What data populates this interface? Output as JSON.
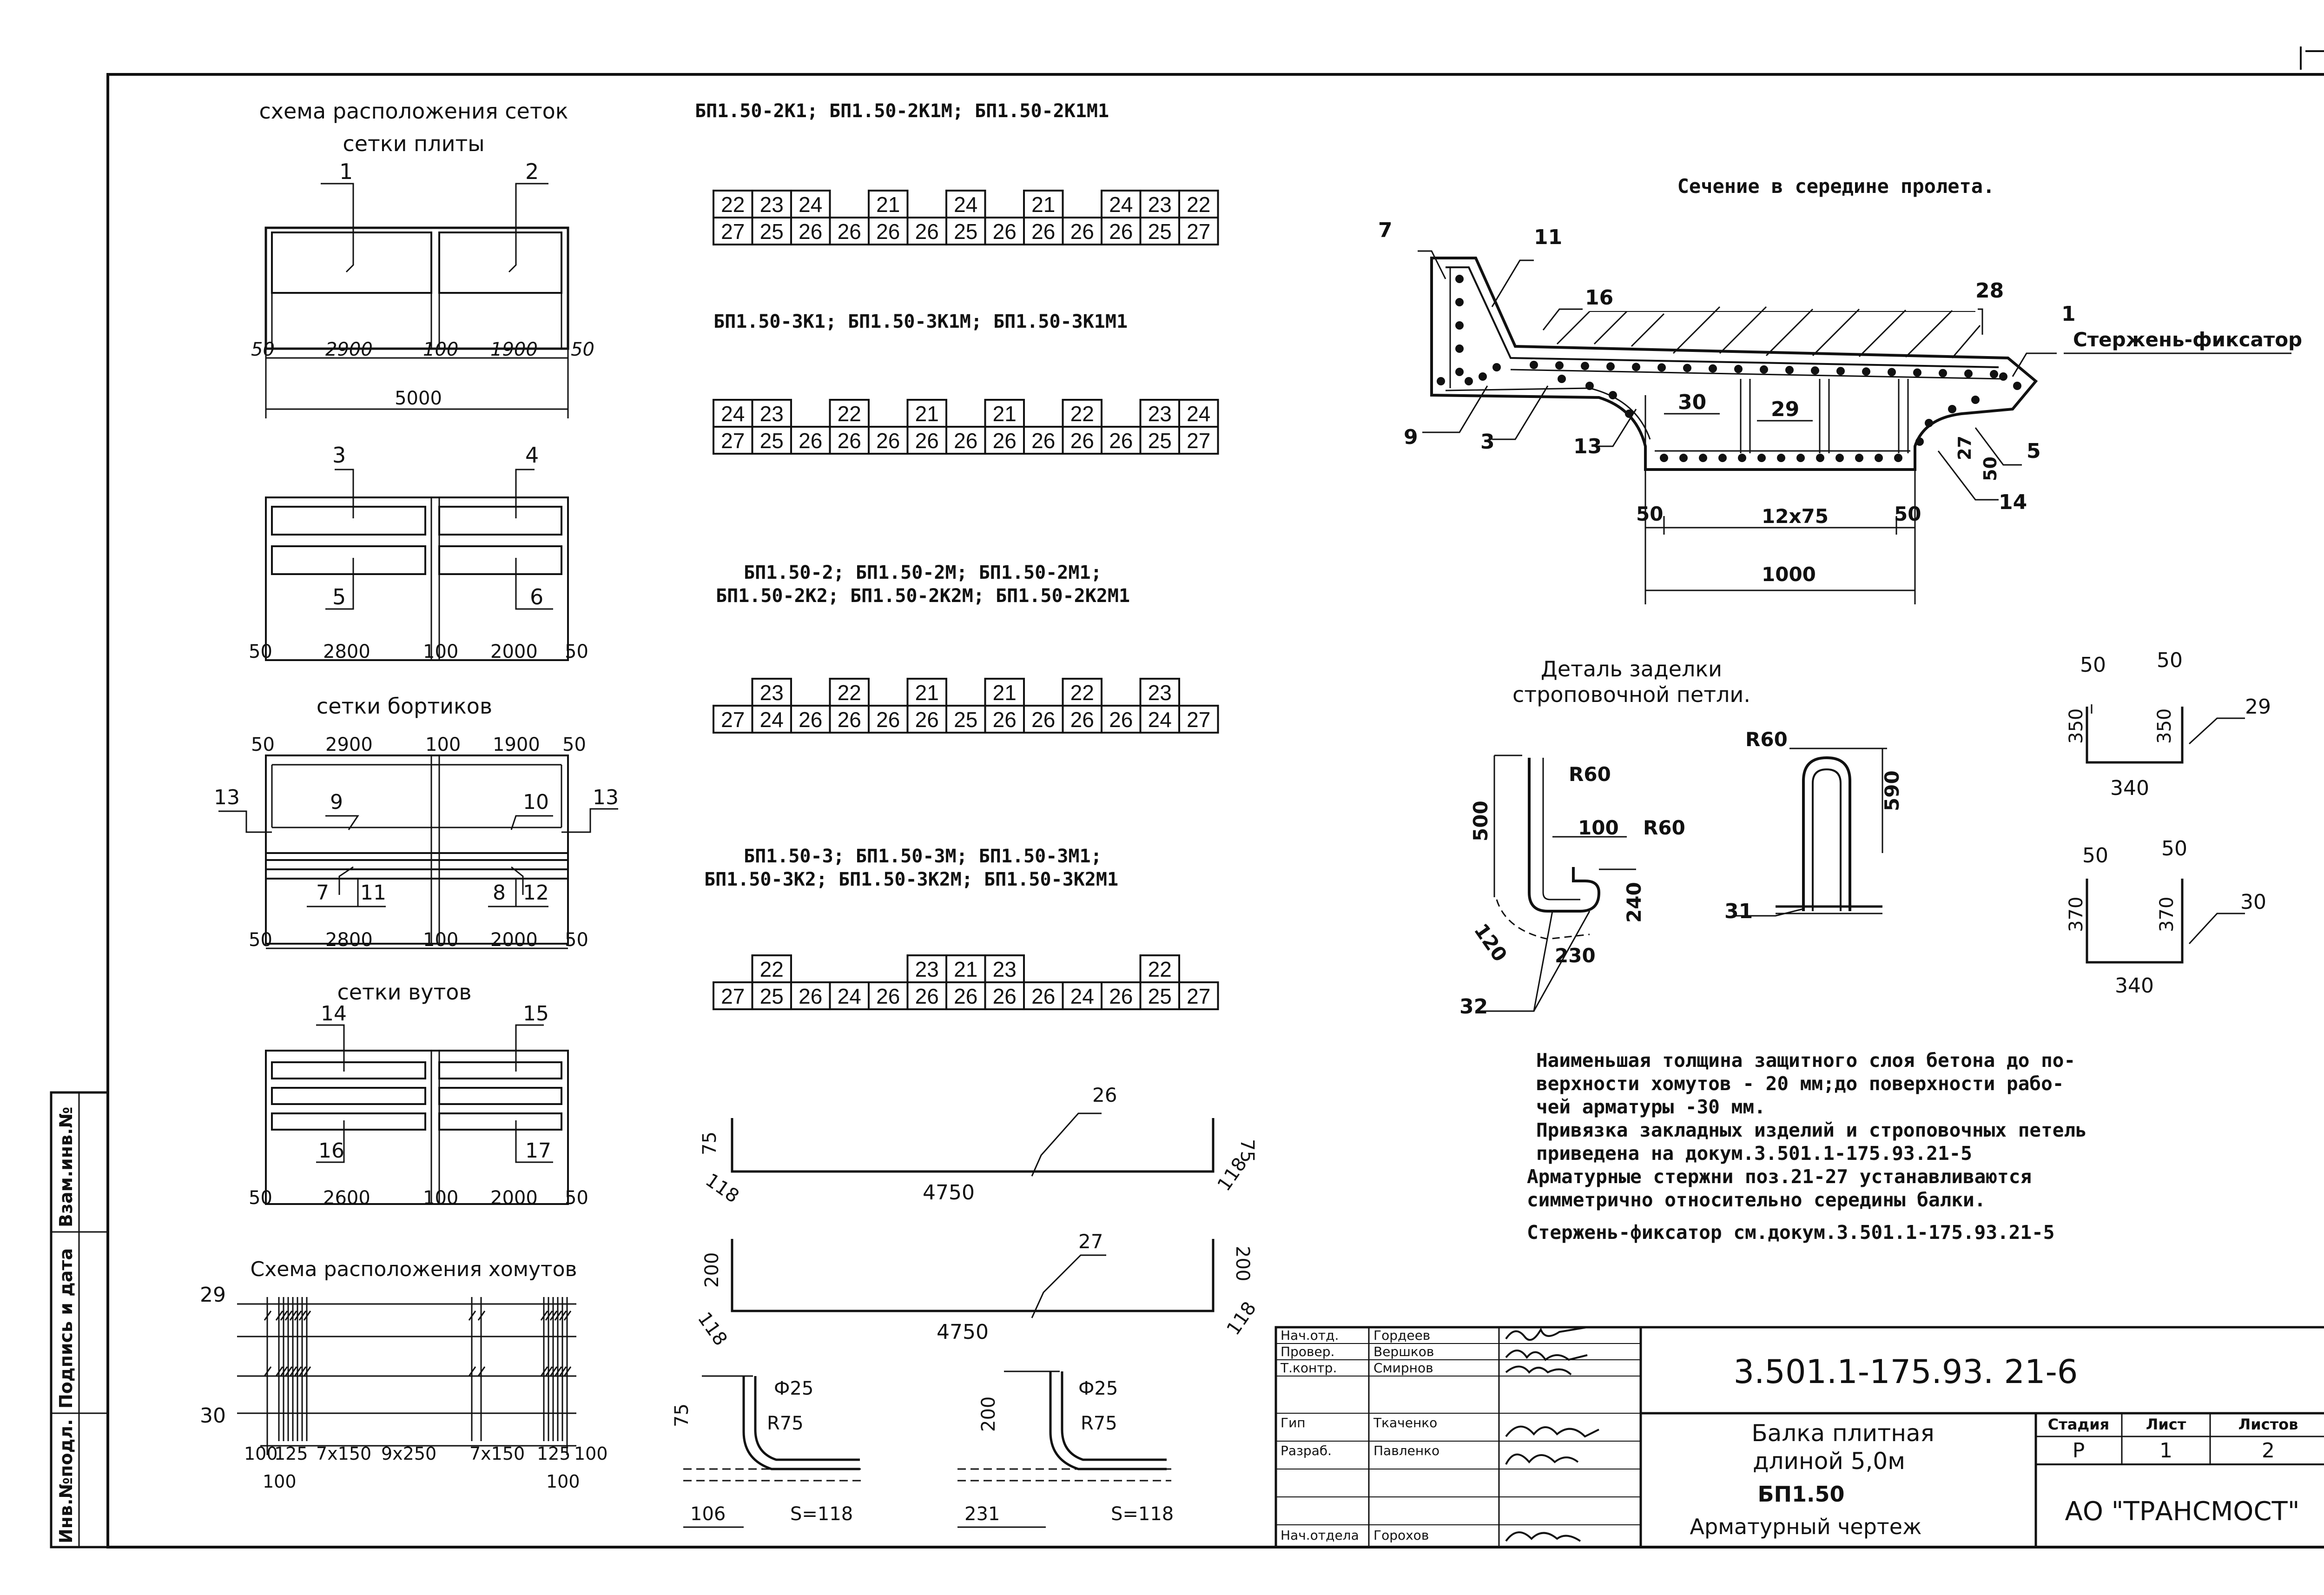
{
  "grid_headers": [
    "БП1.50-2К1; БП1.50-2К1М; БП1.50-2К1М1",
    "БП1.50-3К1; БП1.50-3К1М; БП1.50-3К1М1",
    "БП1.50-2; БП1.50-2М; БП1.50-2М1;",
    "БП1.50-2К2; БП1.50-2К2М; БП1.50-2К2М1",
    "БП1.50-3; БП1.50-3М; БП1.50-3М1;",
    "БП1.50-3К2; БП1.50-3К2М; БП1.50-3К2М1"
  ],
  "grids": [
    {
      "top": [
        "22",
        "23",
        "24",
        "",
        "21",
        "",
        "24",
        "",
        "21",
        "",
        "24",
        "23",
        "22"
      ],
      "bottom": [
        "27",
        "25",
        "26",
        "26",
        "26",
        "26",
        "25",
        "26",
        "26",
        "26",
        "26",
        "25",
        "27"
      ]
    },
    {
      "top": [
        "24",
        "23",
        "",
        "22",
        "",
        "21",
        "",
        "21",
        "",
        "22",
        "",
        "23",
        "24"
      ],
      "bottom": [
        "27",
        "25",
        "26",
        "26",
        "26",
        "26",
        "26",
        "26",
        "26",
        "26",
        "26",
        "25",
        "27"
      ]
    },
    {
      "top": [
        "",
        "23",
        "",
        "22",
        "",
        "21",
        "",
        "21",
        "",
        "22",
        "",
        "23",
        ""
      ],
      "bottom": [
        "27",
        "24",
        "26",
        "26",
        "26",
        "26",
        "25",
        "26",
        "26",
        "26",
        "26",
        "24",
        "27"
      ]
    },
    {
      "top": [
        "",
        "22",
        "",
        "",
        "",
        "23",
        "21",
        "23",
        "",
        "",
        "",
        "22",
        ""
      ],
      "bottom": [
        "27",
        "25",
        "26",
        "24",
        "26",
        "26",
        "26",
        "26",
        "26",
        "24",
        "26",
        "25",
        "27"
      ]
    }
  ],
  "left": {
    "title1": "схема расположения сеток",
    "title2": "сетки плиты",
    "title3": "сетки бортиков",
    "title4": "сетки вутов",
    "title5": "Схема расположения хомутов",
    "d1": {
      "a": "50",
      "b": "2900",
      "c": "100",
      "d": "1900",
      "e": "50",
      "total": "5000",
      "n1": "1",
      "n2": "2"
    },
    "d2": {
      "a": "50",
      "b": "2800",
      "c": "100",
      "d": "2000",
      "e": "50",
      "n3": "3",
      "n4": "4",
      "n5": "5",
      "n6": "6"
    },
    "d3": {
      "a": "50",
      "b": "2900",
      "c": "100",
      "d": "1900",
      "e": "50",
      "f": "50",
      "g": "2800",
      "h": "100",
      "i": "2000",
      "j": "50",
      "n13a": "13",
      "n13b": "13",
      "n9": "9",
      "n10": "10",
      "n7": "7",
      "n11": "11",
      "n8": "8",
      "n12": "12"
    },
    "d4": {
      "a": "50",
      "b": "2600",
      "c": "100",
      "d": "2000",
      "e": "50",
      "n14": "14",
      "n15": "15",
      "n16": "16",
      "n17": "17"
    },
    "d5": {
      "n29": "29",
      "n30": "30",
      "s1": "100",
      "s2": "125",
      "s3": "7x150",
      "s4": "9x250",
      "s5": "7x150",
      "s6": "125",
      "s7": "100",
      "b1": "100",
      "b2": "100"
    }
  },
  "bars": {
    "b26": {
      "num": "26",
      "len": "4750",
      "h1": "75",
      "h2": "75",
      "s1": "118",
      "s2": "118"
    },
    "b27": {
      "num": "27",
      "len": "4750",
      "h1": "200",
      "h2": "200",
      "s1": "118",
      "s2": "118"
    },
    "d1": {
      "h": "75",
      "dia": "Ф25",
      "r": "R75",
      "l": "106",
      "s": "S=118"
    },
    "d2": {
      "h": "200",
      "dia": "Ф25",
      "r": "R75",
      "l": "231",
      "s": "S=118"
    }
  },
  "section": {
    "title": "Сечение в середине пролета.",
    "fixator": "Стержень-фиксатор",
    "dim_a": "50",
    "dim_b": "12x75",
    "dim_c": "50",
    "dim_total": "1000",
    "d27": "27",
    "d50": "50",
    "n": {
      "n7": "7",
      "n11": "11",
      "n16": "16",
      "n28": "28",
      "n1": "1",
      "n9": "9",
      "n3": "3",
      "n13": "13",
      "n30": "30",
      "n29": "29",
      "n5": "5",
      "n14": "14"
    }
  },
  "detail": {
    "title1": "Деталь заделки",
    "title2": "строповочной петли.",
    "r60a": "R60",
    "d100": "100",
    "r60b": "R60",
    "d500": "500",
    "d240": "240",
    "d120": "120",
    "d230": "230",
    "n32": "32",
    "r60c": "R60",
    "d590": "590",
    "n31": "31"
  },
  "clamps": {
    "c29": {
      "a": "50",
      "b": "50",
      "h1": "350",
      "h2": "350",
      "w": "340",
      "num": "29"
    },
    "c30": {
      "a": "50",
      "b": "50",
      "h1": "370",
      "h2": "370",
      "w": "340",
      "num": "30"
    }
  },
  "notes": [
    "Наименьшая толщина защитного слоя бетона до по-",
    "верхности хомутов - 20 мм;до поверхности рабо-",
    "чей арматуры -30 мм.",
    "Привязка закладных изделий и строповочных петель",
    "приведена на докум.3.501.1-175.93.21-5",
    "Арматурные стержни поз.21-27 устанавливаются",
    "симметрично относительно середины балки.",
    "Стержень-фиксатор см.докум.3.501.1-175.93.21-5"
  ],
  "stamp": {
    "roles": [
      "Нач.отд.",
      "Провер.",
      "Т.контр.",
      "Гип",
      "Разраб.",
      "",
      "Нач.отдела"
    ],
    "names": [
      "Гордеев",
      "Вершков",
      "Смирнов",
      "Ткаченко",
      "Павленко",
      "",
      "Горохов"
    ],
    "code": "3.501.1-175.93. 21-6",
    "t1": "Балка плитная",
    "t2": "длиной 5,0м",
    "t3": "БП1.50",
    "t4": "Арматурный чертеж",
    "h_stage": "Стадия",
    "h_sheet": "Лист",
    "h_sheets": "Листов",
    "stage": "Р",
    "sheet": "1",
    "sheets": "2",
    "org": "АО \"ТРАНСМОСТ\""
  },
  "sidebar": [
    "Инв.№подл.",
    "Подпись и дата",
    "Взам.инв.№"
  ]
}
